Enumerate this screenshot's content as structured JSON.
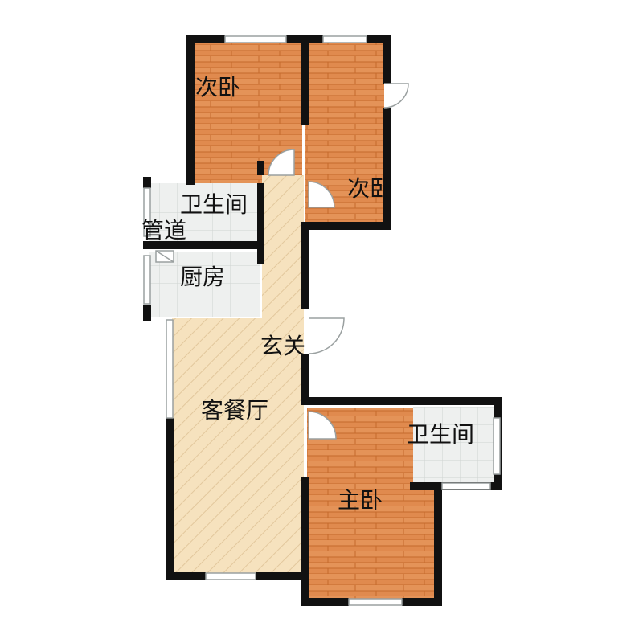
{
  "rooms": {
    "bedroom_a": "次卧",
    "bedroom_b": "次卧",
    "bathroom_a": "卫生间",
    "pipe_shaft": "管道",
    "kitchen": "厨房",
    "entrance": "玄关",
    "living_dining": "客餐厅",
    "master_bedroom": "主卧",
    "bathroom_b": "卫生间"
  },
  "colors": {
    "wall": "#111111",
    "wood": "#e08a4e",
    "wood_line": "#c56a2c",
    "floor_stripe_bg": "#f6e2be",
    "floor_stripe": "#e2c79c",
    "tile": "#eef0ef",
    "tile_line": "#cfd3d2",
    "window": "#9aa0a0"
  }
}
